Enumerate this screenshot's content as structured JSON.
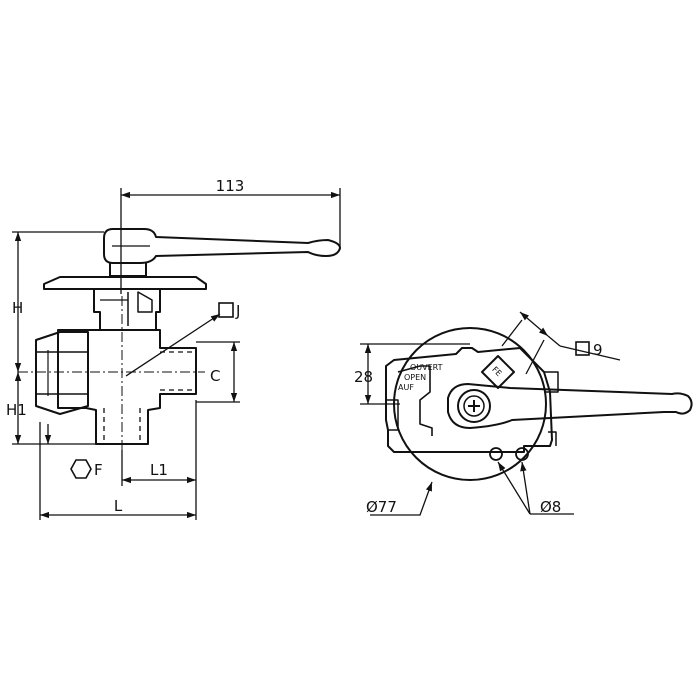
{
  "side_view": {
    "dim_handle_length": "113",
    "dim_height_upper": "H",
    "dim_height_lower": "H1",
    "dim_square_mount": "J",
    "dim_port_diameter": "C",
    "dim_hex_across_flats": "F",
    "dim_half_length": "L1",
    "dim_overall_length": "L"
  },
  "top_view": {
    "dim_offset": "28",
    "dim_square": "9",
    "dim_plate_diameter": "Ø77",
    "dim_hole_diameter": "Ø8",
    "plate_label_fr": "OUVERT",
    "plate_label_en": "OPEN",
    "plate_label_de": "AUF",
    "stop_label": "FE"
  },
  "colors": {
    "ink": "#111111",
    "paper": "#ffffff"
  }
}
